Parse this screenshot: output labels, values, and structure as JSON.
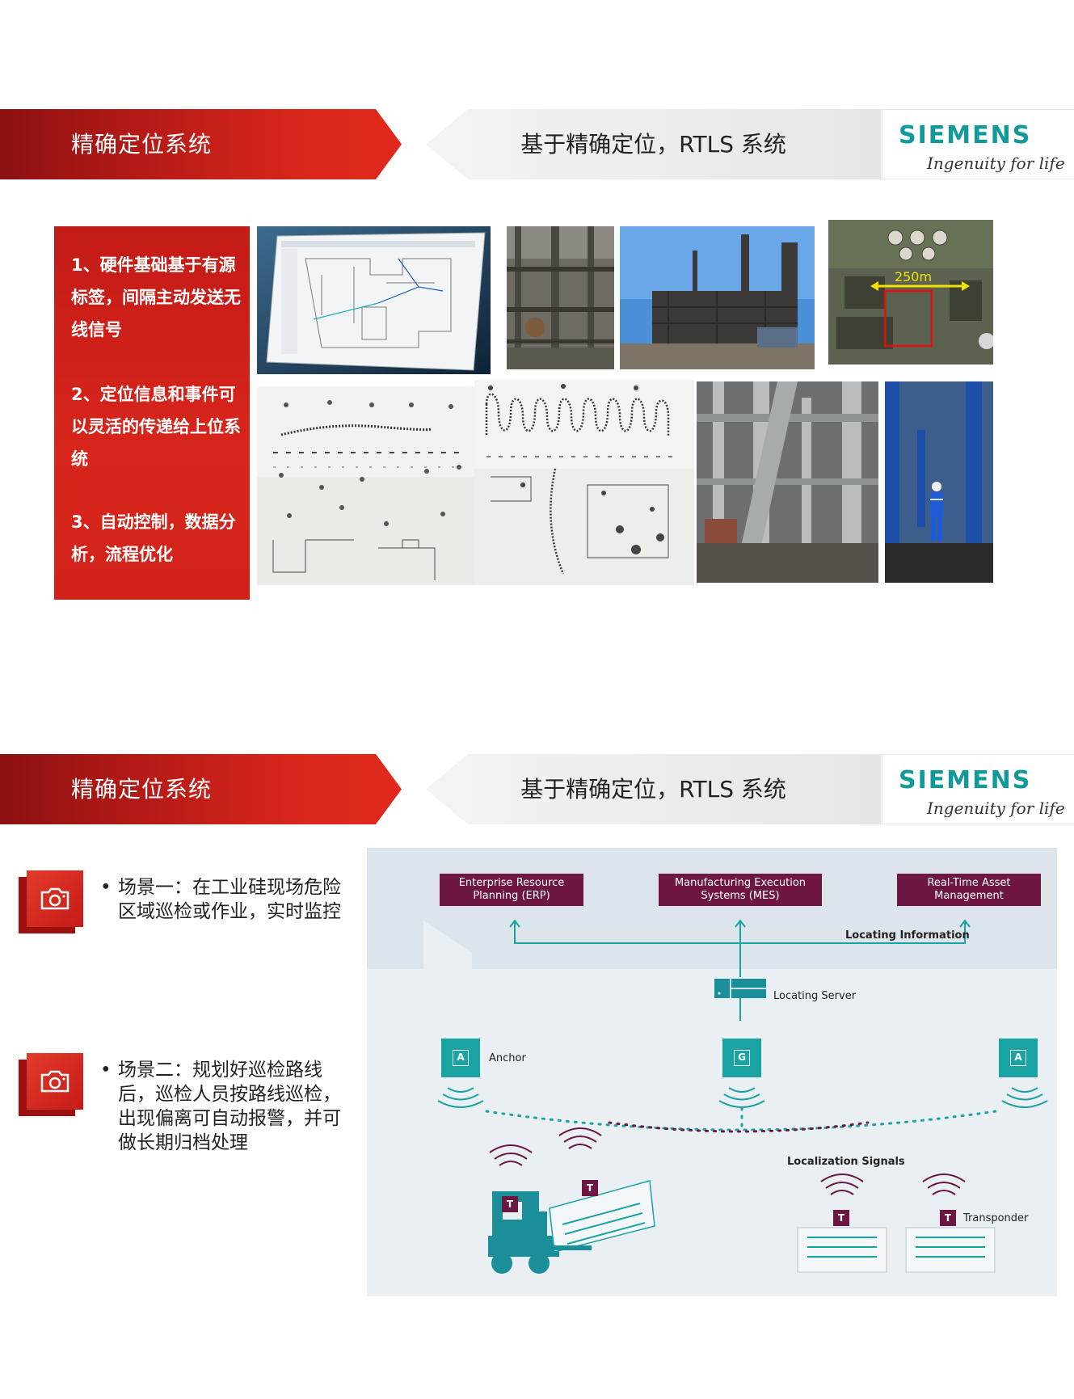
{
  "section1": {
    "red_title": "精确定位系统",
    "grey_title": "基于精确定位，RTLS 系统",
    "logo": {
      "word": "SIEMENS",
      "tagline": "Ingenuity for life"
    },
    "features": [
      "1、硬件基础基于有源标签，间隔主动发送无线信号",
      "2、定位信息和事件可以灵活的传递给上位系统",
      "3、自动控制，数据分析，流程优化"
    ],
    "photo_labels": {
      "map_scale": "250m"
    }
  },
  "section2": {
    "red_title": "精确定位系统",
    "grey_title": "基于精确定位，RTLS 系统",
    "logo": {
      "word": "SIEMENS",
      "tagline": "Ingenuity for life"
    },
    "scenarios": [
      {
        "bullet": "•",
        "text": "场景一：在工业硅现场危险区域巡检或作业，实时监控"
      },
      {
        "bullet": "•",
        "text": "场景二：规划好巡检路线后，巡检人员按路线巡检，出现偏离可自动报警，并可做长期归档处理"
      }
    ],
    "diagram": {
      "erp": "Enterprise Resource Planning (ERP)",
      "mes": "Manufacturing Execution Systems (MES)",
      "rtam": "Real-Time Asset Management",
      "locating_information": "Locating Information",
      "locating_server": "Locating Server",
      "anchor": "Anchor",
      "anchor_letter": "A",
      "gateway_letter": "G",
      "localization_signals": "Localization Signals",
      "transponder": "Transponder",
      "tag_letter": "T"
    }
  },
  "colors": {
    "brand_red": "#d9261b",
    "siemens_teal": "#129a9a",
    "system_box": "#6d1642",
    "anchor_teal": "#1aa3a3"
  }
}
